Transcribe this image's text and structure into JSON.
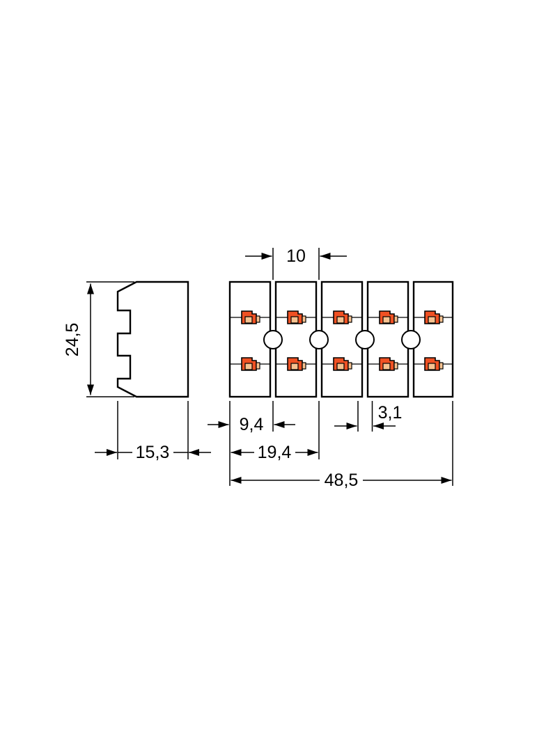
{
  "drawing": {
    "type": "technical-dimension-drawing",
    "poles": 5,
    "clamps_per_pole": 2,
    "dimension_labels": {
      "pole_pitch": "10",
      "height": "24,5",
      "depth": "15,3",
      "pole_offset_1": "9,4",
      "pole_offset_2": "19,4",
      "total_length": "48,5",
      "slot_width": "3,1"
    },
    "colors": {
      "line": "#000000",
      "clamp_body": "#f05123",
      "clamp_inner": "#f6c290"
    }
  }
}
